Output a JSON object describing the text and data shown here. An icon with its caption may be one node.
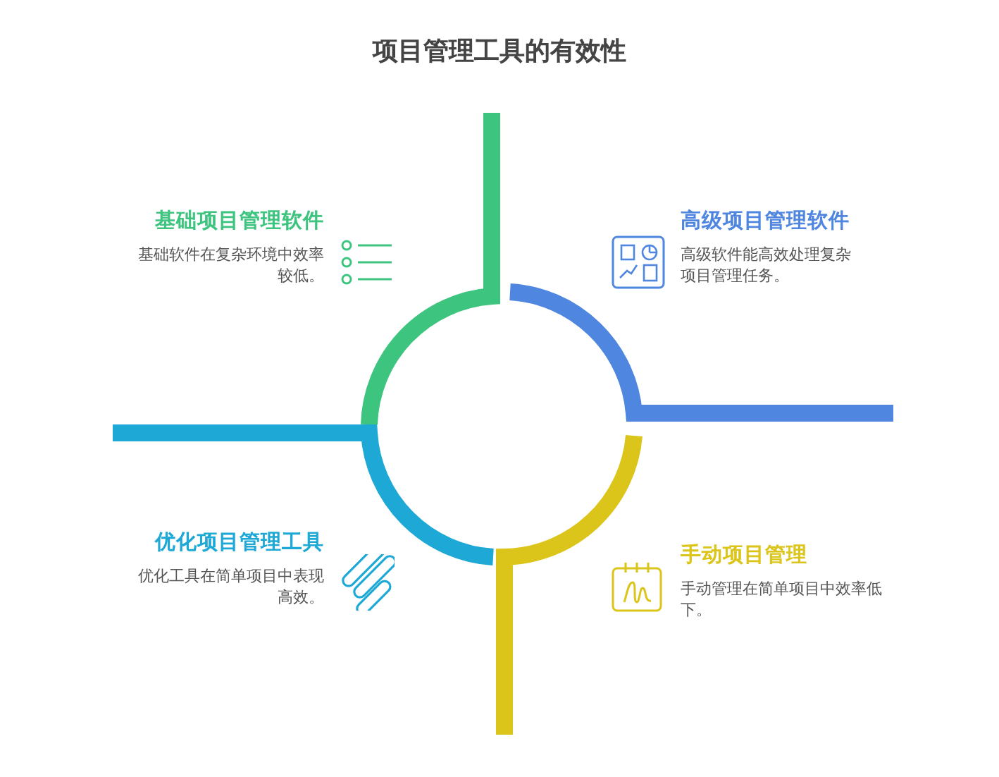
{
  "diagram": {
    "title": "项目管理工具的有效性",
    "nodes": [
      {
        "text": [
          "基础项目管理软件",
          "基础软件在复杂环境中效率较低。"
        ]
      },
      {
        "text": [
          "高级项目管理软件",
          "高级软件能高效处理复杂项目管理任务。"
        ]
      },
      {
        "text": [
          "优化项目管理工具",
          "优化工具在简单项目中表现高效。"
        ]
      },
      {
        "text": [
          "手动项目管理",
          "手动管理在简单项目中效率低下。"
        ]
      }
    ]
  }
}
